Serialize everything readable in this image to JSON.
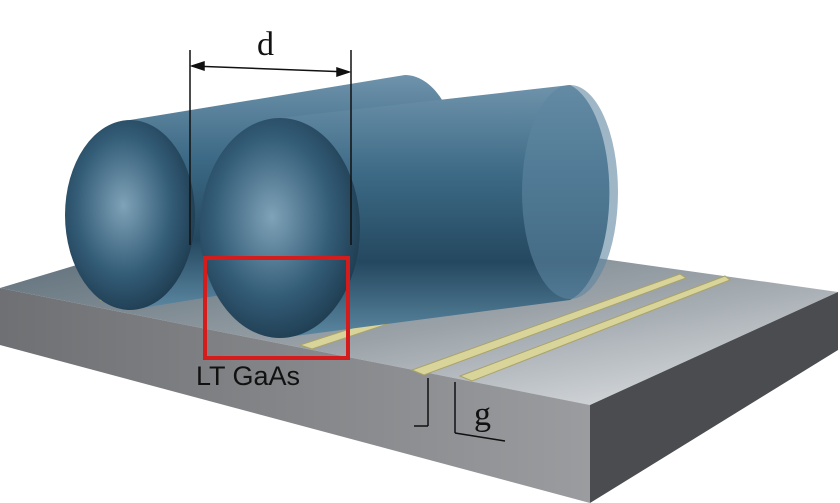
{
  "labels": {
    "d": "d",
    "substrate": "LT GaAs",
    "g": "g"
  },
  "colors": {
    "highlight": "#d41c1c",
    "electrode": "#d9d49a",
    "cylinder": "#3d6a86",
    "substrate": "#8a8c8f"
  }
}
